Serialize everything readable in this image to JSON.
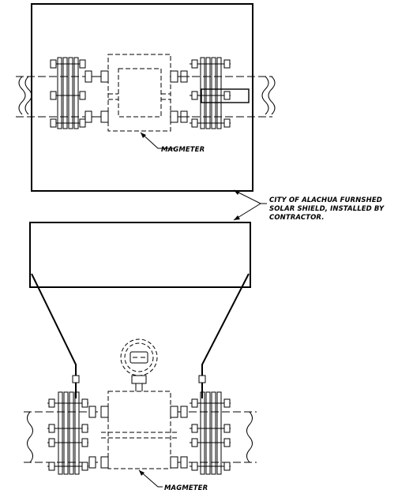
{
  "labels": {
    "magmeter_plan": "MAGMETER",
    "magmeter_elevation": "MAGMETER",
    "solar_shield": [
      "CITY OF ALACHUA FURNSHED",
      "SOLAR SHIELD, INSTALLED BY",
      "CONTRACTOR."
    ]
  },
  "colors": {
    "line": "#000000",
    "background": "#ffffff"
  }
}
